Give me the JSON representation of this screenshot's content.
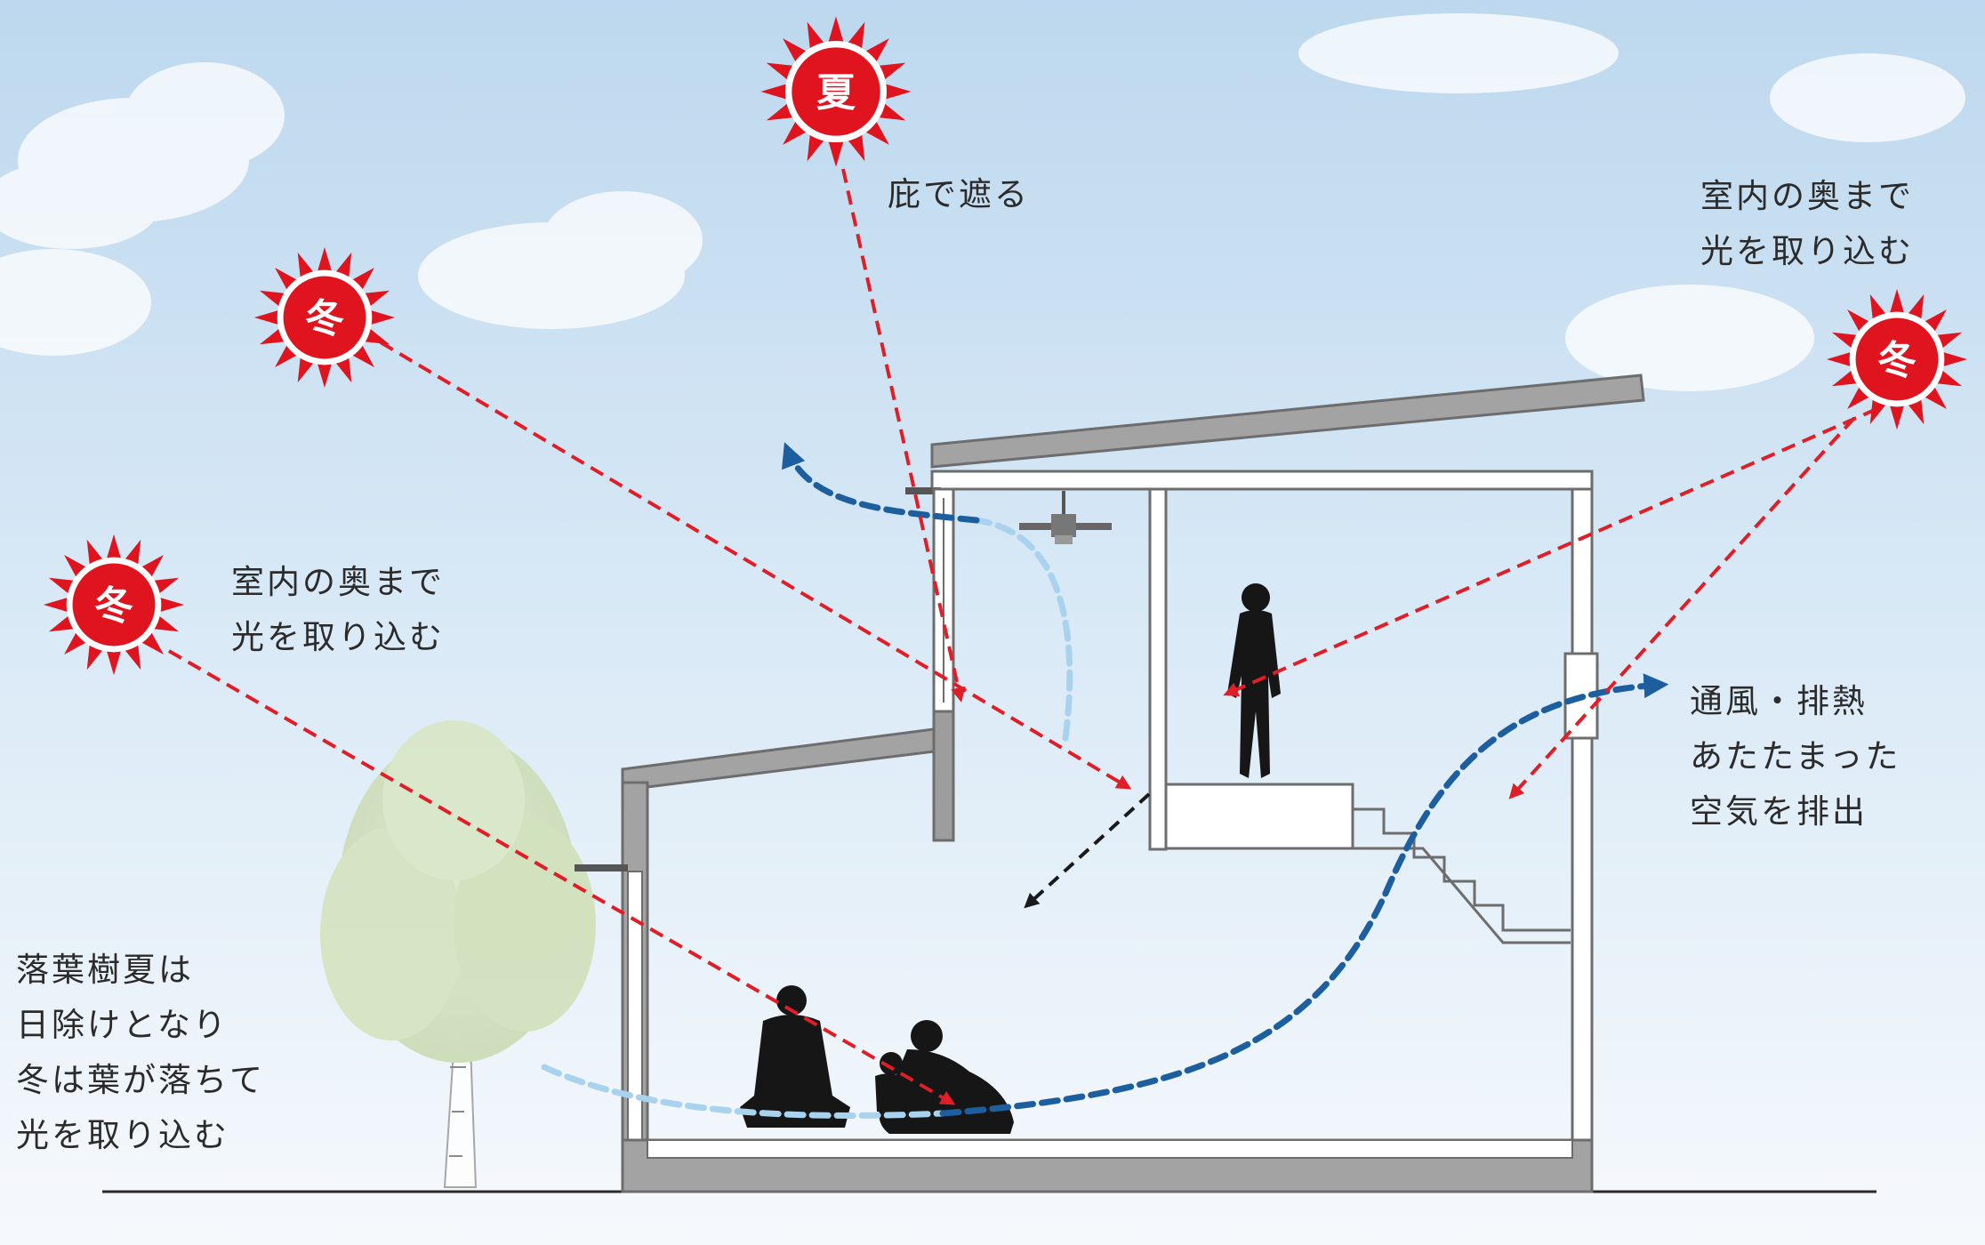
{
  "suns": [
    {
      "id": "summer",
      "label": "夏"
    },
    {
      "id": "winter-left-upper",
      "label": "冬"
    },
    {
      "id": "winter-left-lower",
      "label": "冬"
    },
    {
      "id": "winter-right",
      "label": "冬"
    }
  ],
  "annotations": {
    "eave_shade": [
      "庇で遮る"
    ],
    "winter_light_left": [
      "室内の奥まで",
      "光を取り込む"
    ],
    "winter_light_right": [
      "室内の奥まで",
      "光を取り込む"
    ],
    "ventilation": [
      "通風・排熱",
      "あたたまった",
      "空気を排出"
    ],
    "deciduous_tree": [
      "落葉樹夏は",
      "日除けとなり",
      "冬は葉が落ちて",
      "光を取り込む"
    ]
  },
  "colors": {
    "sky_top": "#bfd9ef",
    "sky_bottom": "#f4f8fc",
    "sun_red": "#e0141e",
    "light_arrow": "#e01e28",
    "airflow_dark": "#1d5f9e",
    "airflow_light": "#a9d2ee",
    "building_gray": "#9a9a9a",
    "silhouette": "#161616"
  },
  "icons": [
    "sun-icon",
    "ceiling-fan-icon",
    "person-silhouette-icon",
    "tree-icon"
  ]
}
